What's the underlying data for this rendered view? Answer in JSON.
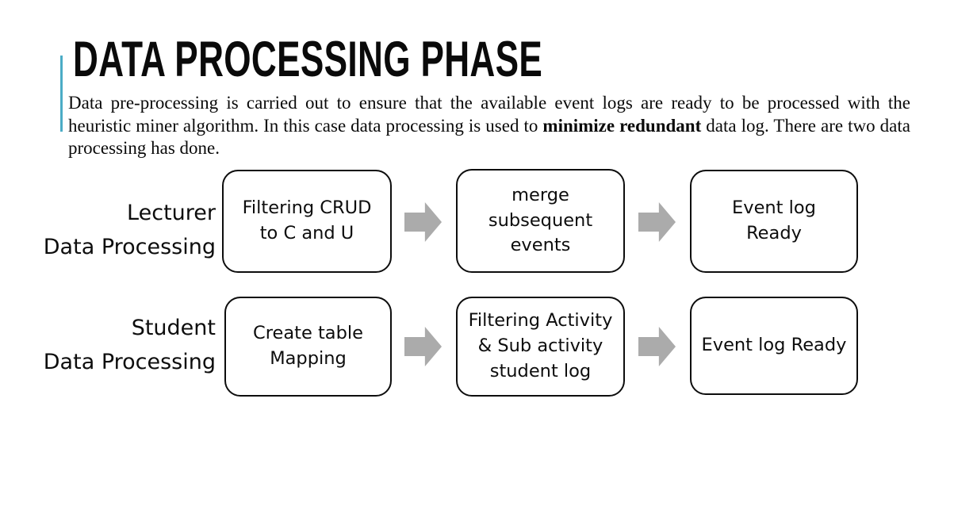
{
  "slide": {
    "title": "DATA PROCESSING PHASE",
    "paragraph": {
      "part1": "Data pre-processing is carried out to ensure that the available event logs are ready to be processed with the heuristic miner algorithm. In this case data processing is used to ",
      "bold": "minimize redundant",
      "part2": " data log. There are two data processing has done."
    }
  },
  "colors": {
    "accent": "#4BACC6",
    "arrow": "#ABABAB"
  },
  "diagram": {
    "rows": [
      {
        "label": "Lecturer\nData Processing",
        "steps": [
          "Filtering CRUD\nto C and U",
          "merge\nsubsequent\nevents",
          "Event log\nReady"
        ]
      },
      {
        "label": "Student\nData Processing",
        "steps": [
          "Create table\nMapping",
          "Filtering Activity\n& Sub activity\nstudent log",
          "Event log Ready"
        ]
      }
    ]
  }
}
